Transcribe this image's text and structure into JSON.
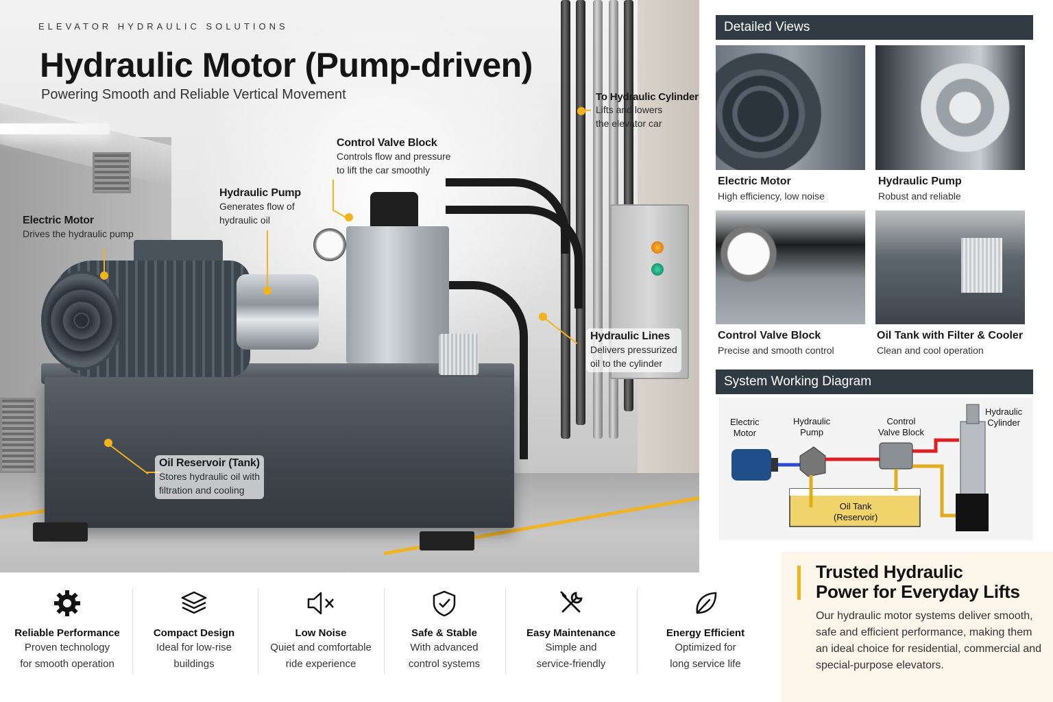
{
  "header": {
    "kicker": "ELEVATOR HYDRAULIC SOLUTIONS",
    "title": "Hydraulic Motor (Pump-driven)",
    "subtitle": "Powering Smooth and Reliable Vertical Movement"
  },
  "callouts": {
    "electric_motor": {
      "title": "Electric Motor",
      "desc": "Drives the hydraulic pump"
    },
    "hydraulic_pump": {
      "title": "Hydraulic Pump",
      "desc1": "Generates flow of",
      "desc2": "hydraulic oil"
    },
    "control_valve": {
      "title": "Control Valve Block",
      "desc1": "Controls flow and pressure",
      "desc2": "to lift the car smoothly"
    },
    "to_cylinder": {
      "title": "To Hydraulic Cylinder",
      "desc1": "Lifts and lowers",
      "desc2": "the elevator car"
    },
    "hydraulic_lines": {
      "title": "Hydraulic Lines",
      "desc1": "Delivers pressurized",
      "desc2": "oil to the cylinder"
    },
    "oil_reservoir": {
      "title": "Oil Reservoir (Tank)",
      "desc1": "Stores hydraulic oil with",
      "desc2": "filtration and cooling"
    }
  },
  "detailed_views": {
    "heading": "Detailed Views",
    "items": [
      {
        "title": "Electric Motor",
        "desc": "High efficiency, low noise"
      },
      {
        "title": "Hydraulic Pump",
        "desc": "Robust and reliable"
      },
      {
        "title": "Control Valve Block",
        "desc": "Precise and smooth control"
      },
      {
        "title": "Oil Tank with Filter & Cooler",
        "desc": "Clean and cool operation"
      }
    ]
  },
  "diagram": {
    "heading": "System Working Diagram",
    "labels": {
      "motor1": "Electric",
      "motor2": "Motor",
      "pump1": "Hydraulic",
      "pump2": "Pump",
      "valve1": "Control",
      "valve2": "Valve Block",
      "cyl1": "Hydraulic",
      "cyl2": "Cylinder",
      "tank1": "Oil Tank",
      "tank2": "(Reservoir)"
    },
    "colors": {
      "pressure": "#e02020",
      "return": "#f2b31b",
      "oil": "#f1d36b"
    }
  },
  "trust": {
    "title1": "Trusted Hydraulic",
    "title2": "Power for Everyday Lifts",
    "text": "Our hydraulic motor systems deliver smooth, safe and efficient performance, making them an ideal choice for residential, commercial and special-purpose elevators."
  },
  "features": [
    {
      "icon": "gear-icon",
      "title": "Reliable Performance",
      "desc1": "Proven technology",
      "desc2": "for smooth operation"
    },
    {
      "icon": "layers-icon",
      "title": "Compact Design",
      "desc1": "Ideal for low-rise",
      "desc2": "buildings"
    },
    {
      "icon": "mute-speaker-icon",
      "title": "Low Noise",
      "desc1": "Quiet and comfortable",
      "desc2": "ride experience"
    },
    {
      "icon": "shield-check-icon",
      "title": "Safe & Stable",
      "desc1": "With advanced",
      "desc2": "control systems"
    },
    {
      "icon": "tools-icon",
      "title": "Easy Maintenance",
      "desc1": "Simple and",
      "desc2": "service-friendly"
    },
    {
      "icon": "leaf-icon",
      "title": "Energy Efficient",
      "desc1": "Optimized for",
      "desc2": "long service life"
    }
  ],
  "accent_color": "#f2b31b",
  "panel_header_color": "#2f3a43"
}
